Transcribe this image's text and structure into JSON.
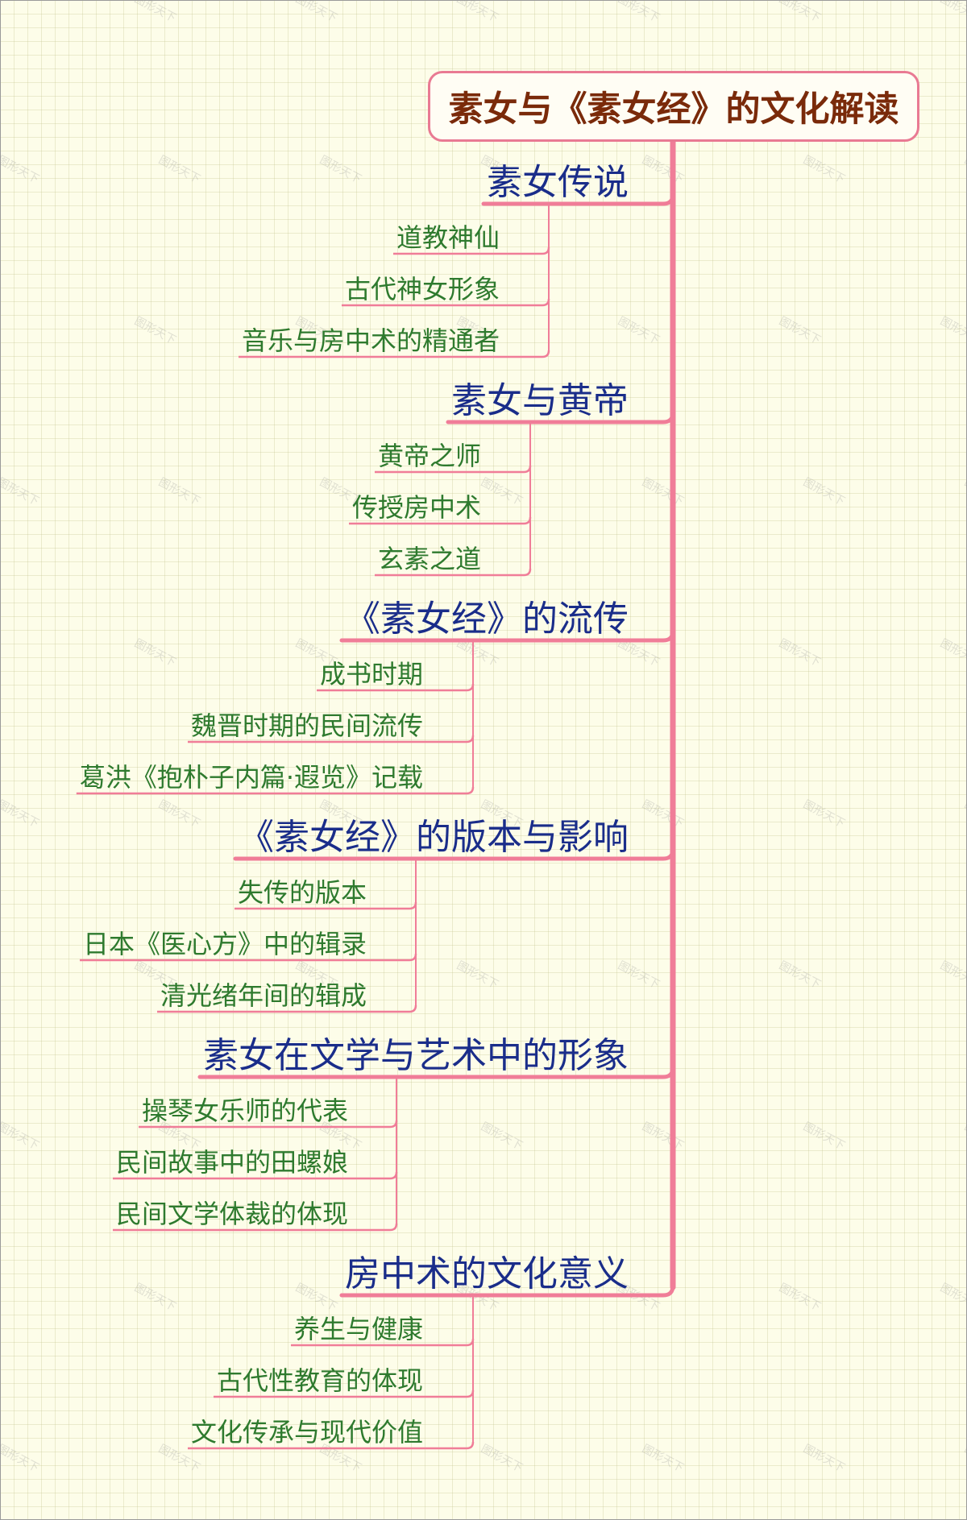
{
  "root": {
    "title": "素女与《素女经》的文化解读"
  },
  "watermark": "图形天下",
  "colors": {
    "background": "#fdfde9",
    "connector": "#f07d98",
    "root_border": "#e97a93",
    "root_text": "#7a2a0a",
    "branch_text": "#1a2d8a",
    "leaf_text": "#2e7a2e"
  },
  "branches": [
    {
      "label": "素女传说",
      "children": [
        "道教神仙",
        "古代神女形象",
        "音乐与房中术的精通者"
      ]
    },
    {
      "label": "素女与黄帝",
      "children": [
        "黄帝之师",
        "传授房中术",
        "玄素之道"
      ]
    },
    {
      "label": "《素女经》的流传",
      "children": [
        "成书时期",
        "魏晋时期的民间流传",
        "葛洪《抱朴子内篇·遐览》记载"
      ]
    },
    {
      "label": "《素女经》的版本与影响",
      "children": [
        "失传的版本",
        "日本《医心方》中的辑录",
        "清光绪年间的辑成"
      ]
    },
    {
      "label": "素女在文学与艺术中的形象",
      "children": [
        "操琴女乐师的代表",
        "民间故事中的田螺娘",
        "民间文学体裁的体现"
      ]
    },
    {
      "label": "房中术的文化意义",
      "children": [
        "养生与健康",
        "古代性教育的体现",
        "文化传承与现代价值"
      ]
    }
  ]
}
